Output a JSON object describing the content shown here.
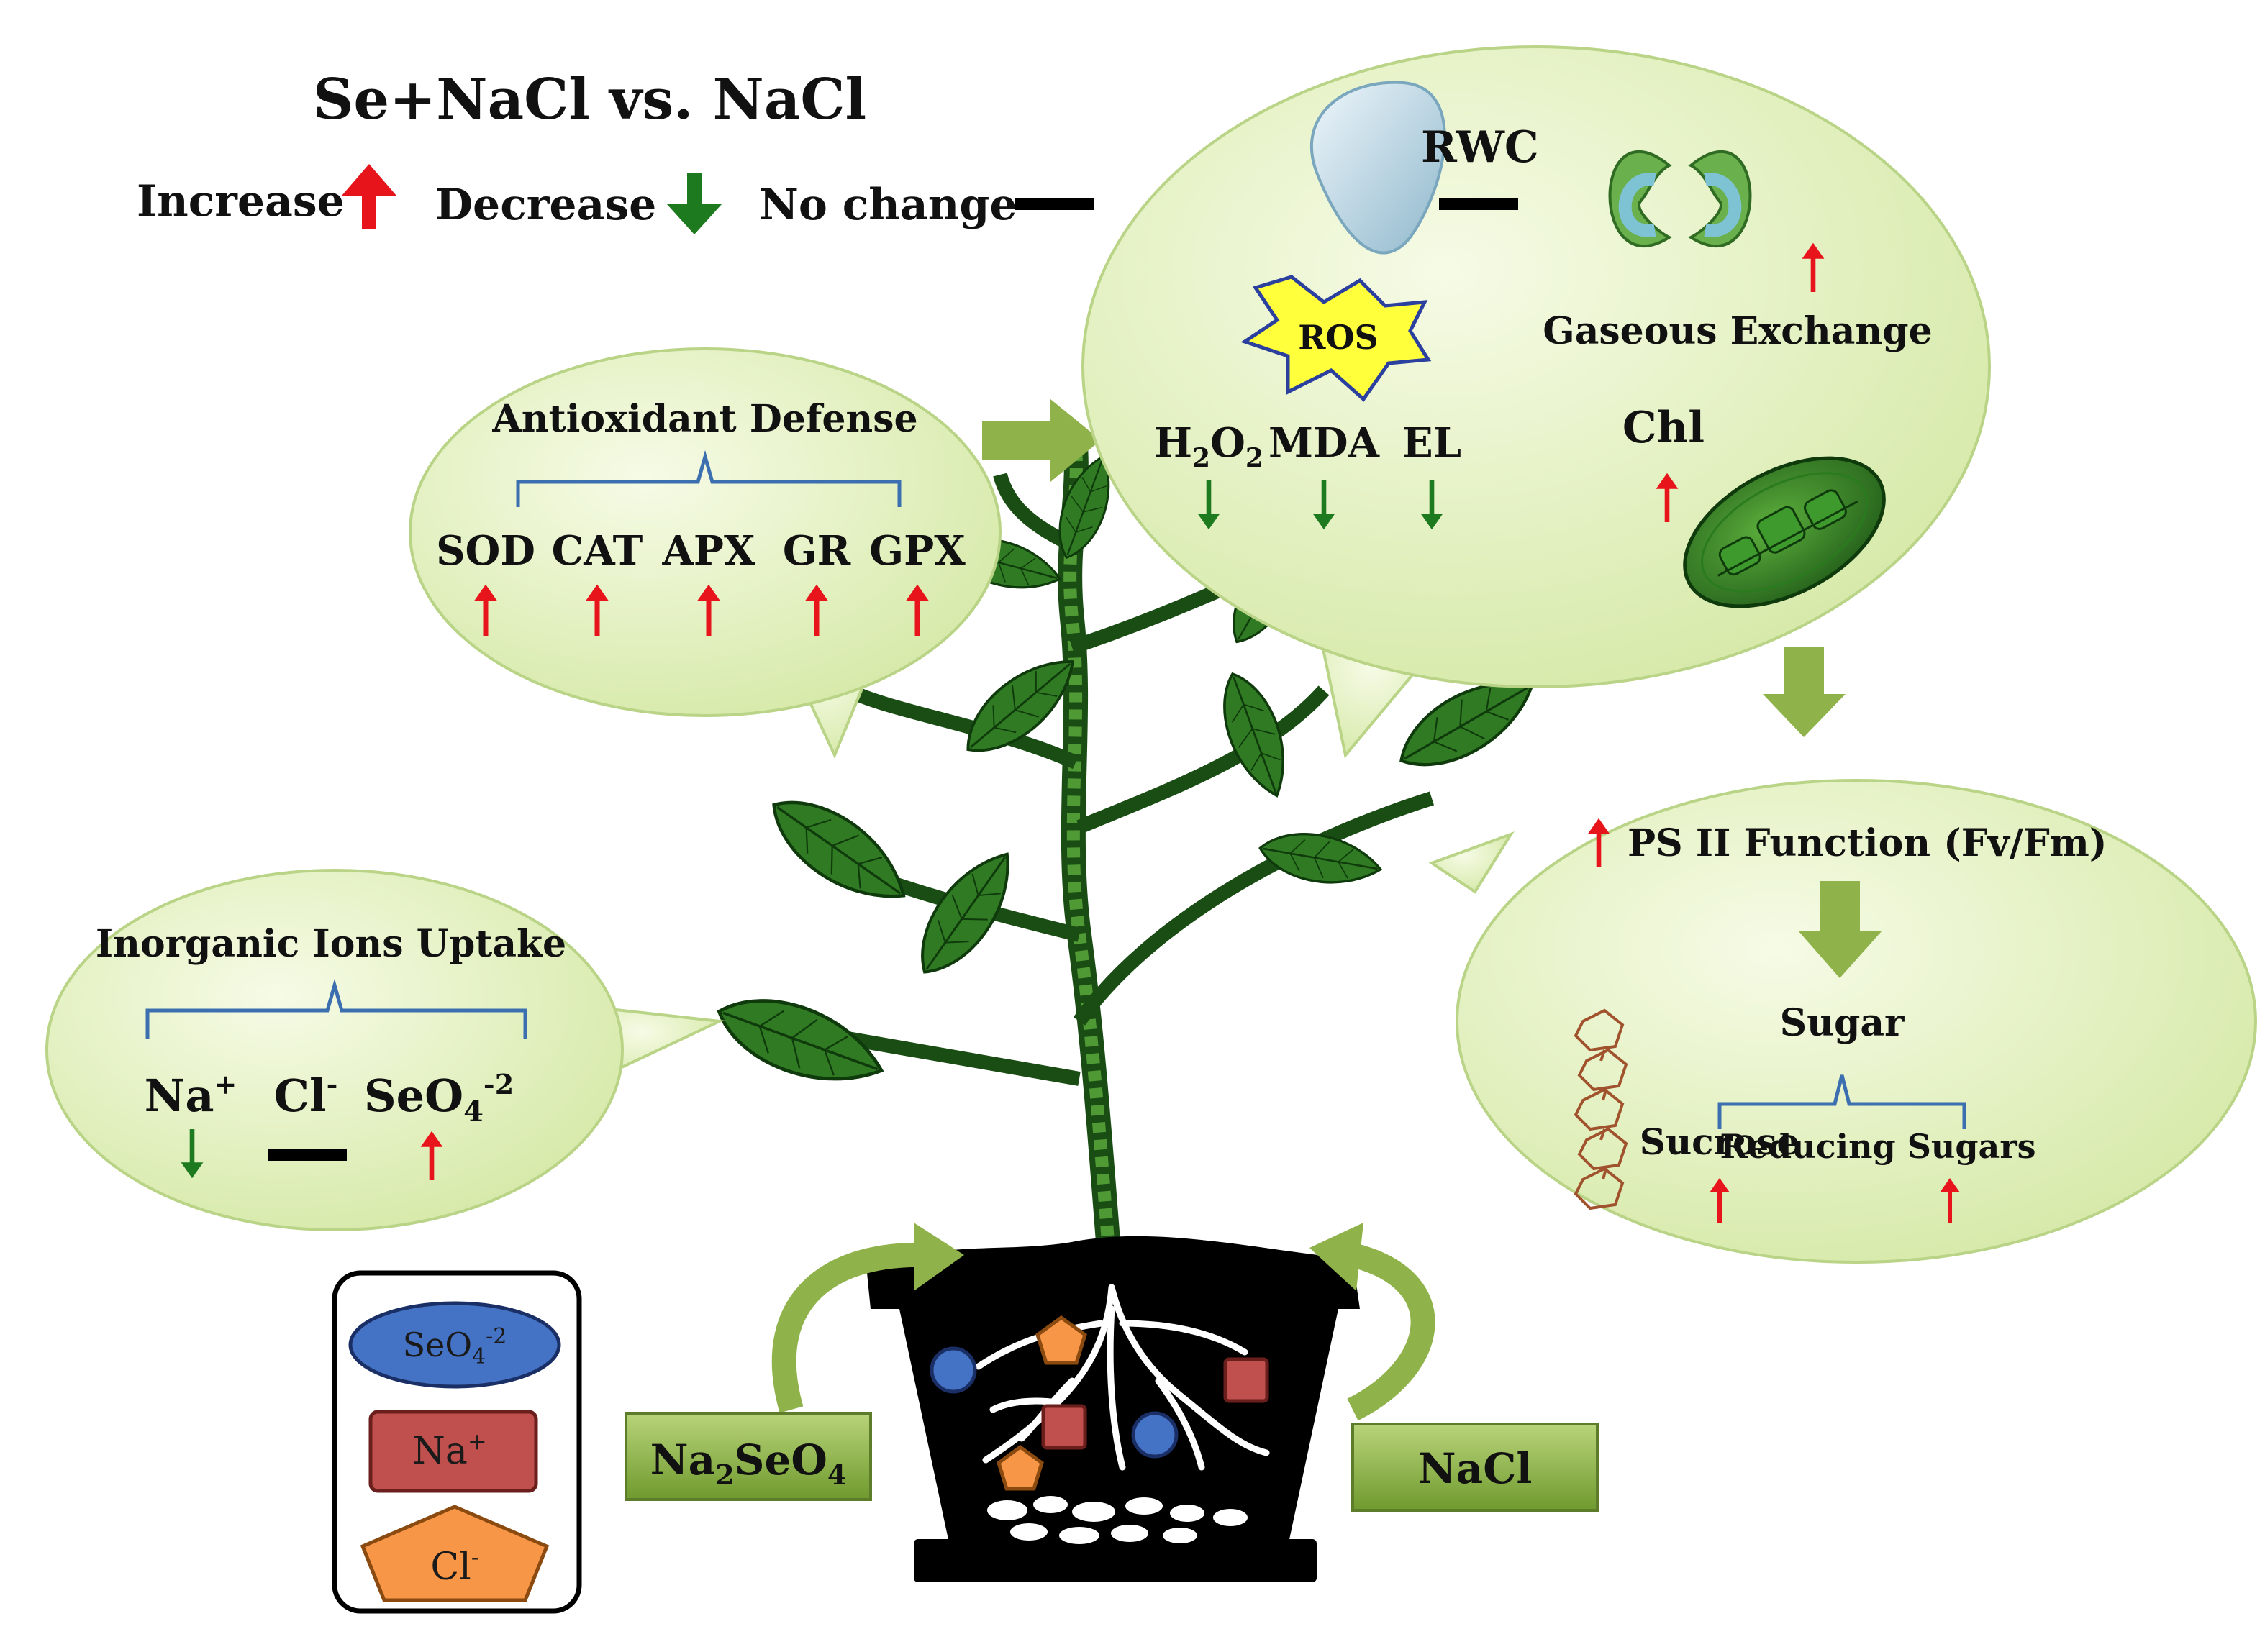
{
  "header": {
    "title": "Se+NaCl  vs.  NaCl",
    "legend_increase": "Increase",
    "legend_decrease": "Decrease",
    "legend_nochange": "No change"
  },
  "antioxidant": {
    "title": "Antioxidant  Defense",
    "items": [
      "SOD",
      "CAT",
      "APX",
      "GR",
      "GPX"
    ],
    "effects": [
      "increase",
      "increase",
      "increase",
      "increase",
      "increase"
    ]
  },
  "leaf": {
    "rwc": "RWC",
    "rwc_effect": "no change",
    "ros": "ROS",
    "h2o2_h": "H",
    "h2o2_sub": "2",
    "h2o2_o": "O",
    "h2o2_sub2": "2",
    "mda": "MDA",
    "el": "EL",
    "ros_effects": [
      "decrease",
      "decrease",
      "decrease"
    ],
    "gas_exchange": "Gaseous  Exchange",
    "gas_exchange_effect": "increase",
    "chl": "Chl",
    "chl_effect": "increase"
  },
  "photosynthesis": {
    "ps2": "PS II  Function (Fv/Fm)",
    "ps2_effect": "increase",
    "sugar": "Sugar",
    "sucrose": "Sucrose",
    "reducing": "Reducing Sugars",
    "sugar_effects": [
      "increase",
      "increase"
    ]
  },
  "ions": {
    "title": "Inorganic  Ions  Uptake",
    "na": "Na",
    "na_sup": "+",
    "cl": "Cl",
    "cl_sup": "-",
    "seo4": "SeO",
    "seo4_sub": "4",
    "seo4_sup": "-2",
    "effects": [
      "decrease",
      "no change",
      "increase"
    ]
  },
  "treatments": {
    "na2seo4_a": "Na",
    "na2seo4_sub1": "2",
    "na2seo4_b": "SeO",
    "na2seo4_sub2": "4",
    "nacl": "NaCl"
  },
  "key": {
    "seo4": "SeO",
    "seo4_sub": "4",
    "seo4_sup": "-2",
    "na": "Na",
    "na_sup": "+",
    "cl": "Cl",
    "cl_sup": "-"
  },
  "colors": {
    "bubble_fill": "#e7f2c6",
    "bubble_stroke": "#b9d486",
    "increase": "#e8141b",
    "decrease": "#1e7a1e",
    "nochange": "#000000",
    "flow_arrow": "#8fb34a",
    "leaf": "#2f7a22",
    "bracket": "#3b6fb0",
    "seo4_ion": "#4472c4",
    "na_ion": "#c0504d",
    "cl_ion": "#f79646"
  }
}
